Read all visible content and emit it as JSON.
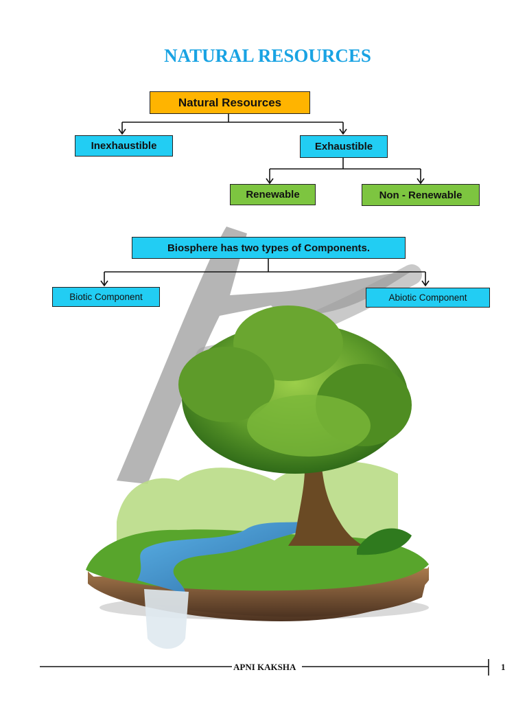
{
  "page": {
    "title": "NATURAL RESOURCES",
    "footer_label": "APNI KAKSHA",
    "page_number": "1"
  },
  "tree1": {
    "root": "Natural Resources",
    "left": "Inexhaustible",
    "right": "Exhaustible",
    "right_left": "Renewable",
    "right_right": "Non - Renewable"
  },
  "tree2": {
    "root": "Biosphere has two types of Components.",
    "left": "Biotic Component",
    "right": "Abiotic Component"
  },
  "colors": {
    "title": "#19a3e3",
    "root_box": "#ffb400",
    "cyan_box": "#22cdf3",
    "green_box": "#7dc540"
  },
  "illustration": {
    "watermark": "A",
    "scene": "tree on grassy island with river and waterfall"
  }
}
